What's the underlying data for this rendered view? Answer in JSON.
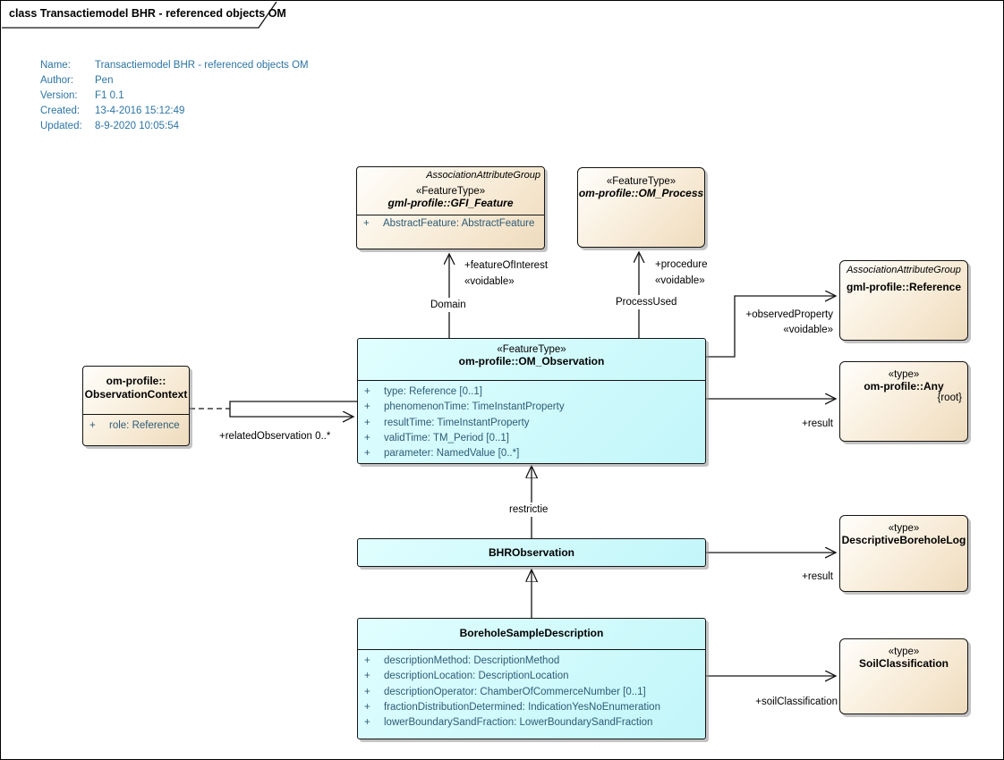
{
  "frame": {
    "title": "class Transactiemodel BHR - referenced objects OM"
  },
  "metadata": {
    "rows": [
      {
        "label": "Name:",
        "value": "Transactiemodel BHR - referenced objects OM"
      },
      {
        "label": "Author:",
        "value": "Pen"
      },
      {
        "label": "Version:",
        "value": "F1 0.1"
      },
      {
        "label": "Created:",
        "value": "13-4-2016 15:12:49"
      },
      {
        "label": "Updated:",
        "value": "8-9-2020 10:05:54"
      }
    ]
  },
  "colors": {
    "feature_type_fill": "#C9F8FA",
    "business_fill": "#F3E3C9",
    "metadata_text": "#2C74A4",
    "attribute_text": "#2D5B76",
    "generalization_arrow_fill": "#EBD7B3"
  },
  "classes": {
    "gfi_feature": {
      "tag": "AssociationAttributeGroup",
      "stereotype": "«FeatureType»",
      "name": "gml-profile::GFI_Feature",
      "attributes": [
        {
          "vis": "+",
          "text": "AbstractFeature: AbstractFeature"
        }
      ]
    },
    "om_process": {
      "stereotype": "«FeatureType»",
      "name": "om-profile::OM_Process"
    },
    "reference": {
      "tag": "AssociationAttributeGroup",
      "name": "gml-profile::Reference"
    },
    "om_observation": {
      "stereotype": "«FeatureType»",
      "name": "om-profile::OM_Observation",
      "attributes": [
        {
          "vis": "+",
          "text": "type: Reference [0..1]"
        },
        {
          "vis": "+",
          "text": "phenomenonTime: TimeInstantProperty"
        },
        {
          "vis": "+",
          "text": "resultTime: TimeInstantProperty"
        },
        {
          "vis": "+",
          "text": "validTime: TM_Period [0..1]"
        },
        {
          "vis": "+",
          "text": "parameter: NamedValue [0..*]"
        }
      ]
    },
    "observation_context": {
      "name_line1": "om-profile::",
      "name_line2": "ObservationContext",
      "attributes": [
        {
          "vis": "+",
          "text": "role: Reference"
        }
      ]
    },
    "any": {
      "stereotype": "«type»",
      "name": "om-profile::Any",
      "constraint": "{root}"
    },
    "bhr_observation": {
      "name": "BHRObservation"
    },
    "descriptive_borehole_log": {
      "stereotype": "«type»",
      "name": "DescriptiveBoreholeLog"
    },
    "borehole_sample_description": {
      "name": "BoreholeSampleDescription",
      "attributes": [
        {
          "vis": "+",
          "text": "descriptionMethod: DescriptionMethod"
        },
        {
          "vis": "+",
          "text": "descriptionLocation: DescriptionLocation"
        },
        {
          "vis": "+",
          "text": "descriptionOperator: ChamberOfCommerceNumber [0..1]"
        },
        {
          "vis": "+",
          "text": "fractionDistributionDetermined: IndicationYesNoEnumeration"
        },
        {
          "vis": "+",
          "text": "lowerBoundarySandFraction: LowerBoundarySandFraction"
        }
      ]
    },
    "soil_classification": {
      "stereotype": "«type»",
      "name": "SoilClassification"
    }
  },
  "connector_labels": {
    "feature_of_interest_role": "+featureOfInterest",
    "feature_of_interest_stereotype": "«voidable»",
    "feature_of_interest_name": "Domain",
    "procedure_role": "+procedure",
    "procedure_stereotype": "«voidable»",
    "procedure_name": "ProcessUsed",
    "observed_property_role": "+observedProperty",
    "observed_property_stereotype": "«voidable»",
    "observation_result_role": "+result",
    "related_observation_role": "+relatedObservation 0..*",
    "restriction_name": "restrictie",
    "bhr_result_role": "+result",
    "soil_classification_role": "+soilClassification"
  }
}
